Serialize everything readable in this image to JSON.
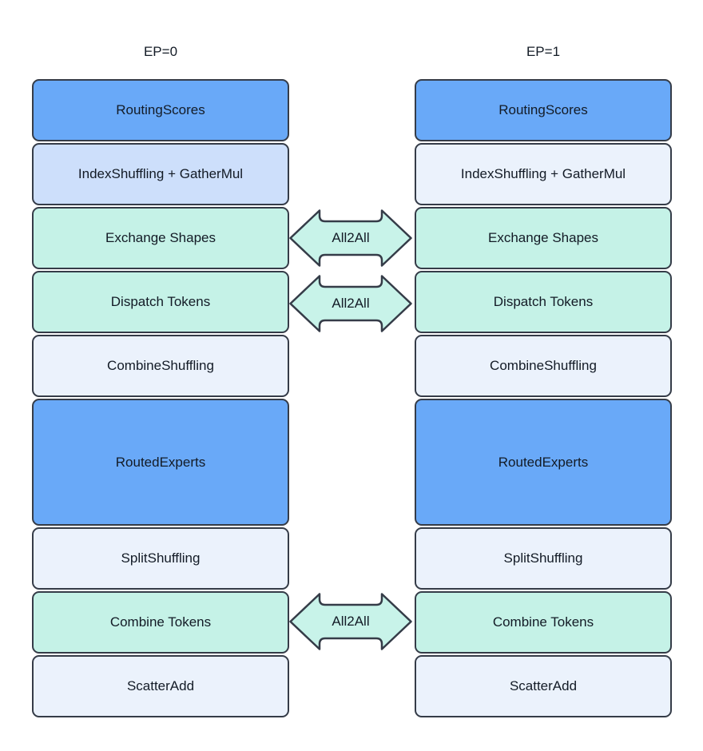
{
  "palette": {
    "canvas": "#ffffff",
    "text": "#131b26",
    "border": "#353c48",
    "arrow_fill": "#c8f3e9"
  },
  "columns": [
    {
      "header": "EP=0",
      "boxes": [
        {
          "label": "RoutingScores",
          "fill": "#69a9f8"
        },
        {
          "label": "IndexShuffling + GatherMul",
          "fill": "#cddffb"
        },
        {
          "label": "Exchange Shapes",
          "fill": "#c5f2e7"
        },
        {
          "label": "Dispatch Tokens",
          "fill": "#c5f2e7"
        },
        {
          "label": "CombineShuffling",
          "fill": "#ebf2fc"
        },
        {
          "label": "RoutedExperts",
          "fill": "#69a9f8"
        },
        {
          "label": "SplitShuffling",
          "fill": "#ebf2fc"
        },
        {
          "label": "Combine Tokens",
          "fill": "#c5f2e7"
        },
        {
          "label": "ScatterAdd",
          "fill": "#ebf2fc"
        }
      ]
    },
    {
      "header": "EP=1",
      "boxes": [
        {
          "label": "RoutingScores",
          "fill": "#69a9f8"
        },
        {
          "label": "IndexShuffling + GatherMul",
          "fill": "#ebf2fc"
        },
        {
          "label": "Exchange Shapes",
          "fill": "#c5f2e7"
        },
        {
          "label": "Dispatch Tokens",
          "fill": "#c5f2e7"
        },
        {
          "label": "CombineShuffling",
          "fill": "#ebf2fc"
        },
        {
          "label": "RoutedExperts",
          "fill": "#69a9f8"
        },
        {
          "label": "SplitShuffling",
          "fill": "#ebf2fc"
        },
        {
          "label": "Combine Tokens",
          "fill": "#c5f2e7"
        },
        {
          "label": "ScatterAdd",
          "fill": "#ebf2fc"
        }
      ]
    }
  ],
  "arrows": [
    {
      "label": "All2All"
    },
    {
      "label": "All2All"
    },
    {
      "label": "All2All"
    }
  ]
}
